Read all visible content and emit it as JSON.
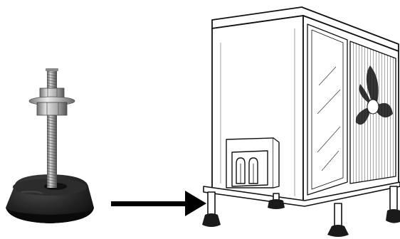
{
  "scene": {
    "left_item": "anti-vibration-levelling-foot",
    "arrow_direction": "right",
    "right_item": "outdoor-air-conditioner-unit-on-stand"
  },
  "colors": {
    "background": "#ffffff",
    "rubber": "#1e1e1e",
    "steel": "#9a9a9a",
    "ink": "#111111"
  }
}
